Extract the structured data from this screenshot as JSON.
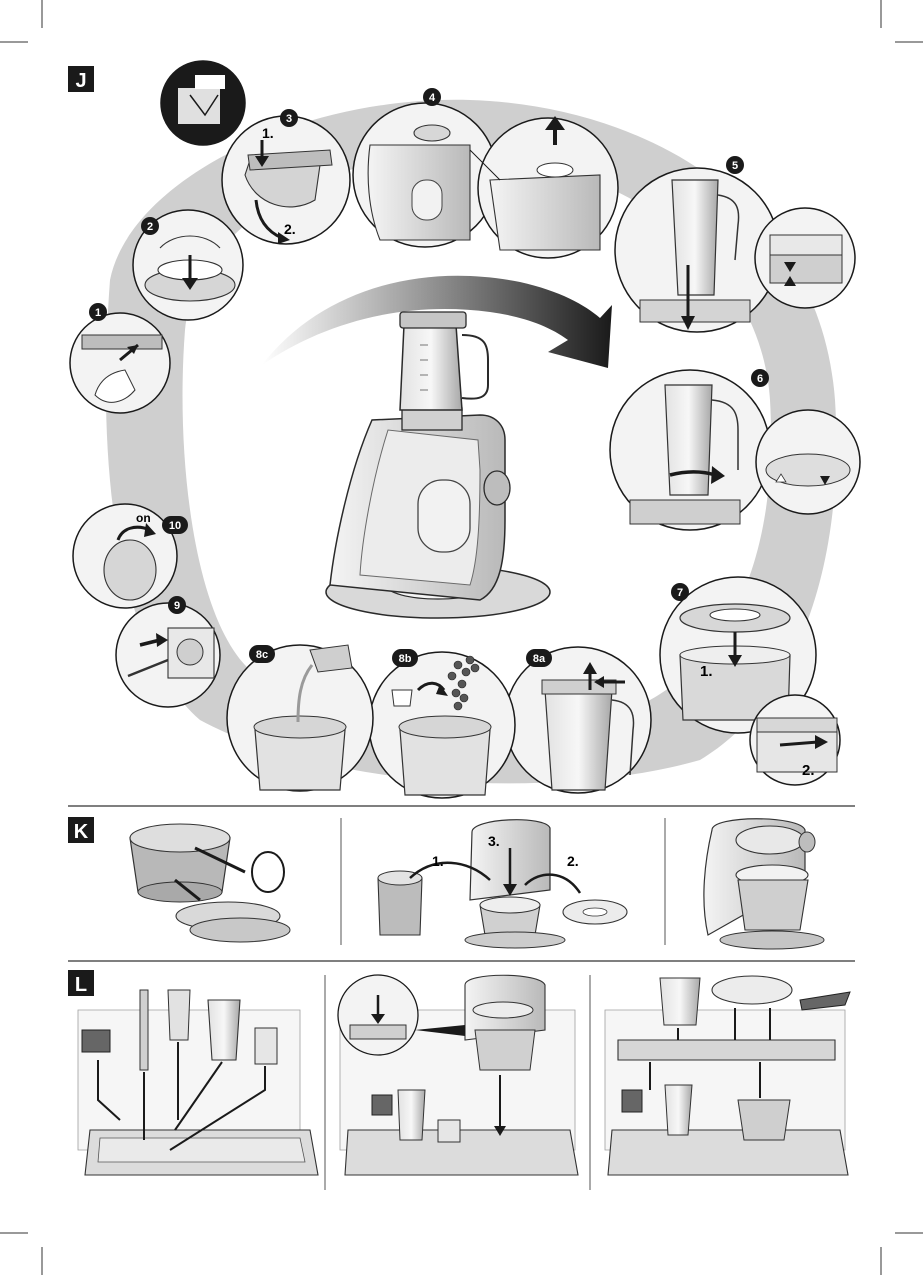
{
  "sections": {
    "j": "J",
    "k": "K",
    "l": "L"
  },
  "steps": {
    "s1": "1",
    "s2": "2",
    "s3": "3",
    "s4": "4",
    "s5": "5",
    "s6": "6",
    "s7": "7",
    "s8a": "8a",
    "s8b": "8b",
    "s8c": "8c",
    "s9": "9",
    "s10": "10"
  },
  "labels": {
    "step3_sub1": "1.",
    "step3_sub2": "2.",
    "step7_sub1": "1.",
    "step7_sub2": "2.",
    "step10_on": "on",
    "k_sub1": "1.",
    "k_sub2": "2.",
    "k_sub3": "3."
  },
  "colors": {
    "badge": "#1a1a1a",
    "swoosh": "#c9c9c9",
    "arrow": "#222222",
    "device_light": "#e6e6e6",
    "device_mid": "#b3b3b3",
    "line": "#2a2a2a"
  }
}
